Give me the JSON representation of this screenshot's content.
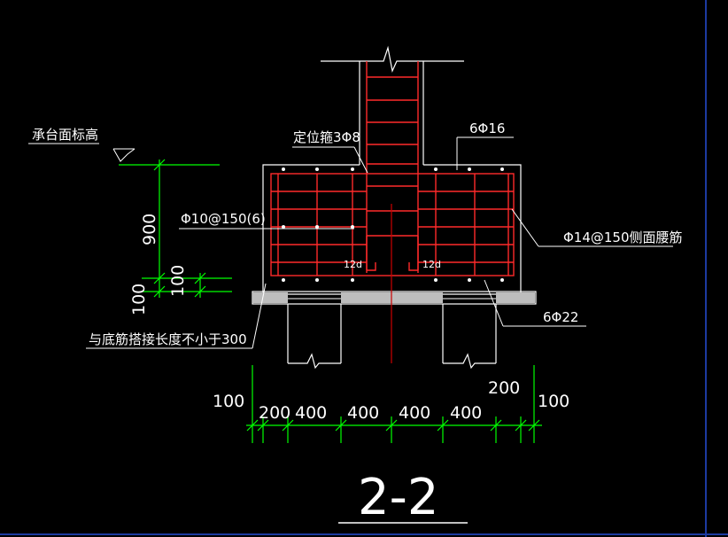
{
  "drawing": {
    "section_title": "2-2",
    "colors": {
      "background": "#000000",
      "outline": "#ffffff",
      "rebar": "#ff2a2a",
      "dimension": "#00ff00",
      "centerline": "#cc0000",
      "frame": "#1c3aa0"
    },
    "annotations": {
      "cap_top_elevation": "承台面标高",
      "locating_stirrup": "定位箍3Φ8",
      "top_bars": "6Φ16",
      "stirrups": "Φ10@150(6)",
      "side_bars": "Φ14@150侧面腰筋",
      "bottom_bars": "6Φ22",
      "lap_note": "与底筋搭接长度不小于300",
      "anchor_left": "12d",
      "anchor_right": "12d"
    },
    "vertical_dims": {
      "cap_depth": "900",
      "cover": "100",
      "bedding": "100"
    },
    "horizontal_dims": {
      "left_offset": "100",
      "segments": [
        "200",
        "400",
        "400",
        "400",
        "400"
      ],
      "upper_right": "200",
      "right_offset": "100"
    }
  }
}
